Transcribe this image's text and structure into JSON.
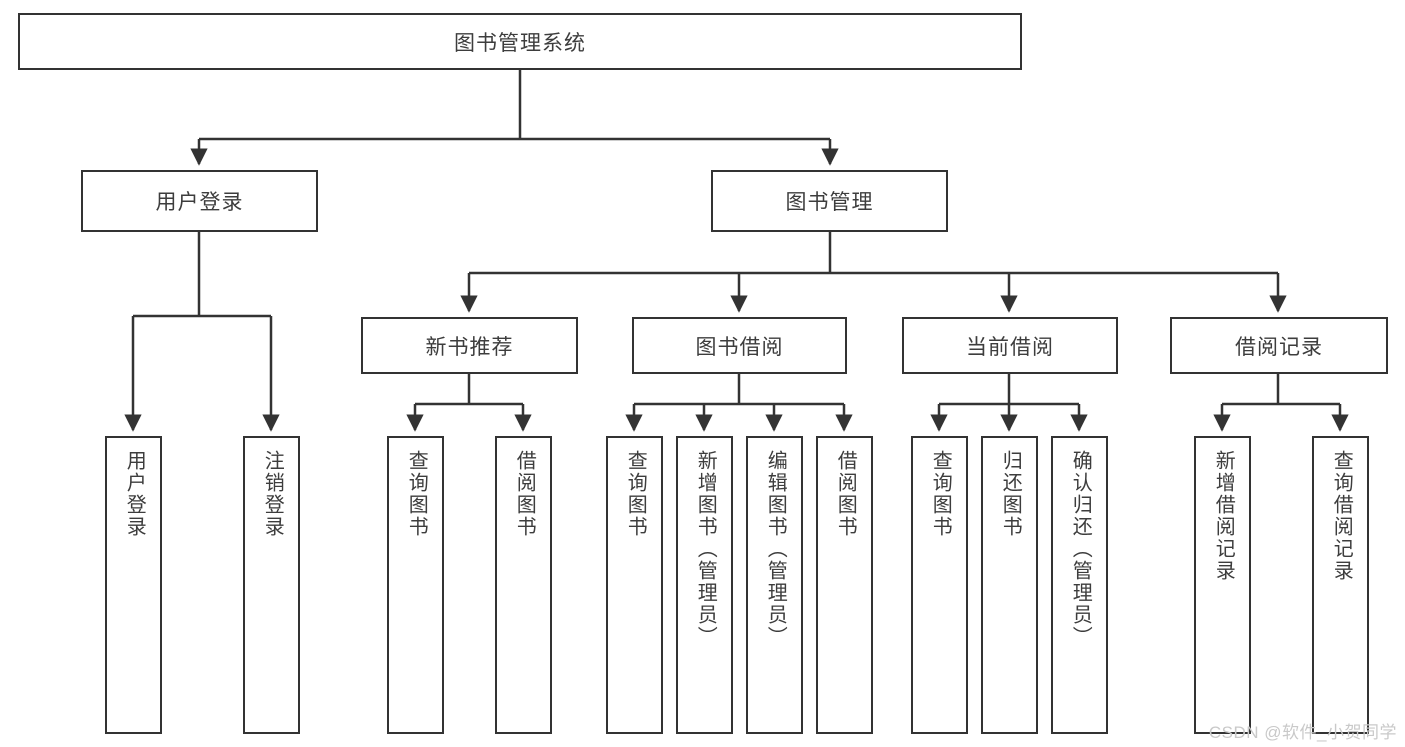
{
  "diagram": {
    "title": "图书管理系统",
    "type": "tree-hierarchy-diagram",
    "colors": {
      "box_border": "#333333",
      "box_fill": "#ffffff",
      "connector": "#333333",
      "text": "#3d3d3d",
      "watermark": "#c9c9c9"
    },
    "root": {
      "label": "图书管理系统"
    },
    "level2": [
      {
        "label": "用户登录"
      },
      {
        "label": "图书管理"
      }
    ],
    "level3": [
      {
        "label": "新书推荐"
      },
      {
        "label": "图书借阅"
      },
      {
        "label": "当前借阅"
      },
      {
        "label": "借阅记录"
      }
    ],
    "leaves": {
      "user_login": [
        {
          "label": "用户登录"
        },
        {
          "label": "注销登录"
        }
      ],
      "new_book_recommend": [
        {
          "label": "查询图书"
        },
        {
          "label": "借阅图书"
        }
      ],
      "book_borrow": [
        {
          "label": "查询图书"
        },
        {
          "label": "新增图书（管理员）"
        },
        {
          "label": "编辑图书（管理员）"
        },
        {
          "label": "借阅图书"
        }
      ],
      "current_borrow": [
        {
          "label": "查询图书"
        },
        {
          "label": "归还图书"
        },
        {
          "label": "确认归还（管理员）"
        }
      ],
      "borrow_record": [
        {
          "label": "新增借阅记录"
        },
        {
          "label": "查询借阅记录"
        }
      ]
    },
    "watermark": "CSDN @软件_小贺同学"
  }
}
